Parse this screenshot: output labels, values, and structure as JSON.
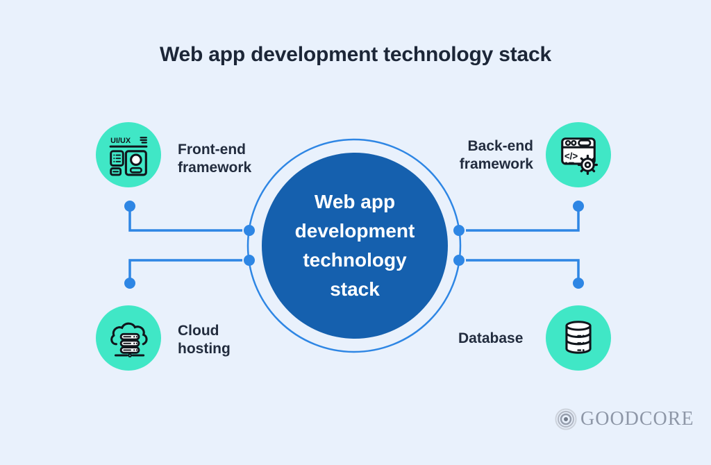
{
  "title": "Web app development technology stack",
  "center_circle": {
    "lines": [
      "Web app",
      "development",
      "technology",
      "stack"
    ]
  },
  "nodes": {
    "front_end": {
      "label_lines": [
        "Front-end",
        "framework"
      ],
      "icon": "ui-ux-wireframe-icon",
      "icon_text": "UI/UX"
    },
    "back_end": {
      "label_lines": [
        "Back-end",
        "framework"
      ],
      "icon": "code-window-gear-icon",
      "icon_text": "</>"
    },
    "cloud_hosting": {
      "label_lines": [
        "Cloud",
        "hosting"
      ],
      "icon": "cloud-servers-icon"
    },
    "database": {
      "label_lines": [
        "Database"
      ],
      "icon": "database-cylinder-icon"
    }
  },
  "logo": {
    "text": "GOODCORE",
    "icon": "concentric-rings-icon"
  },
  "colors": {
    "background": "#e9f1fc",
    "center_circle_fill": "#1560ae",
    "connector_blue": "#2e86e4",
    "node_circle_teal": "#40e7c6",
    "heading_text": "#1c2637",
    "label_text": "#222c3e",
    "icon_stroke": "#10151b",
    "logo_text_gray": "#8e97a7"
  }
}
